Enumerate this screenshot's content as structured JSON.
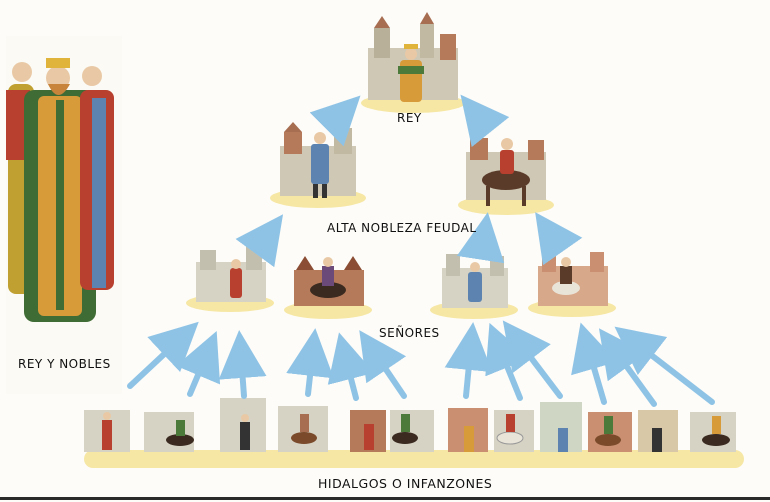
{
  "labels": {
    "rey": "REY",
    "alta_nobleza": "ALTA NOBLEZA FEUDAL",
    "senores": "SEÑORES",
    "hidalgos": "HIDALGOS O INFANZONES",
    "rey_y_nobles": "REY Y NOBLES"
  },
  "colors": {
    "arrow": "#8fc3e6",
    "ground": "#f6e7a4",
    "castle": "#c9c2b0",
    "castle_red": "#b47a5a",
    "figure_red": "#b8402f",
    "figure_green": "#4b7a3b",
    "figure_gold": "#d79b3a"
  }
}
